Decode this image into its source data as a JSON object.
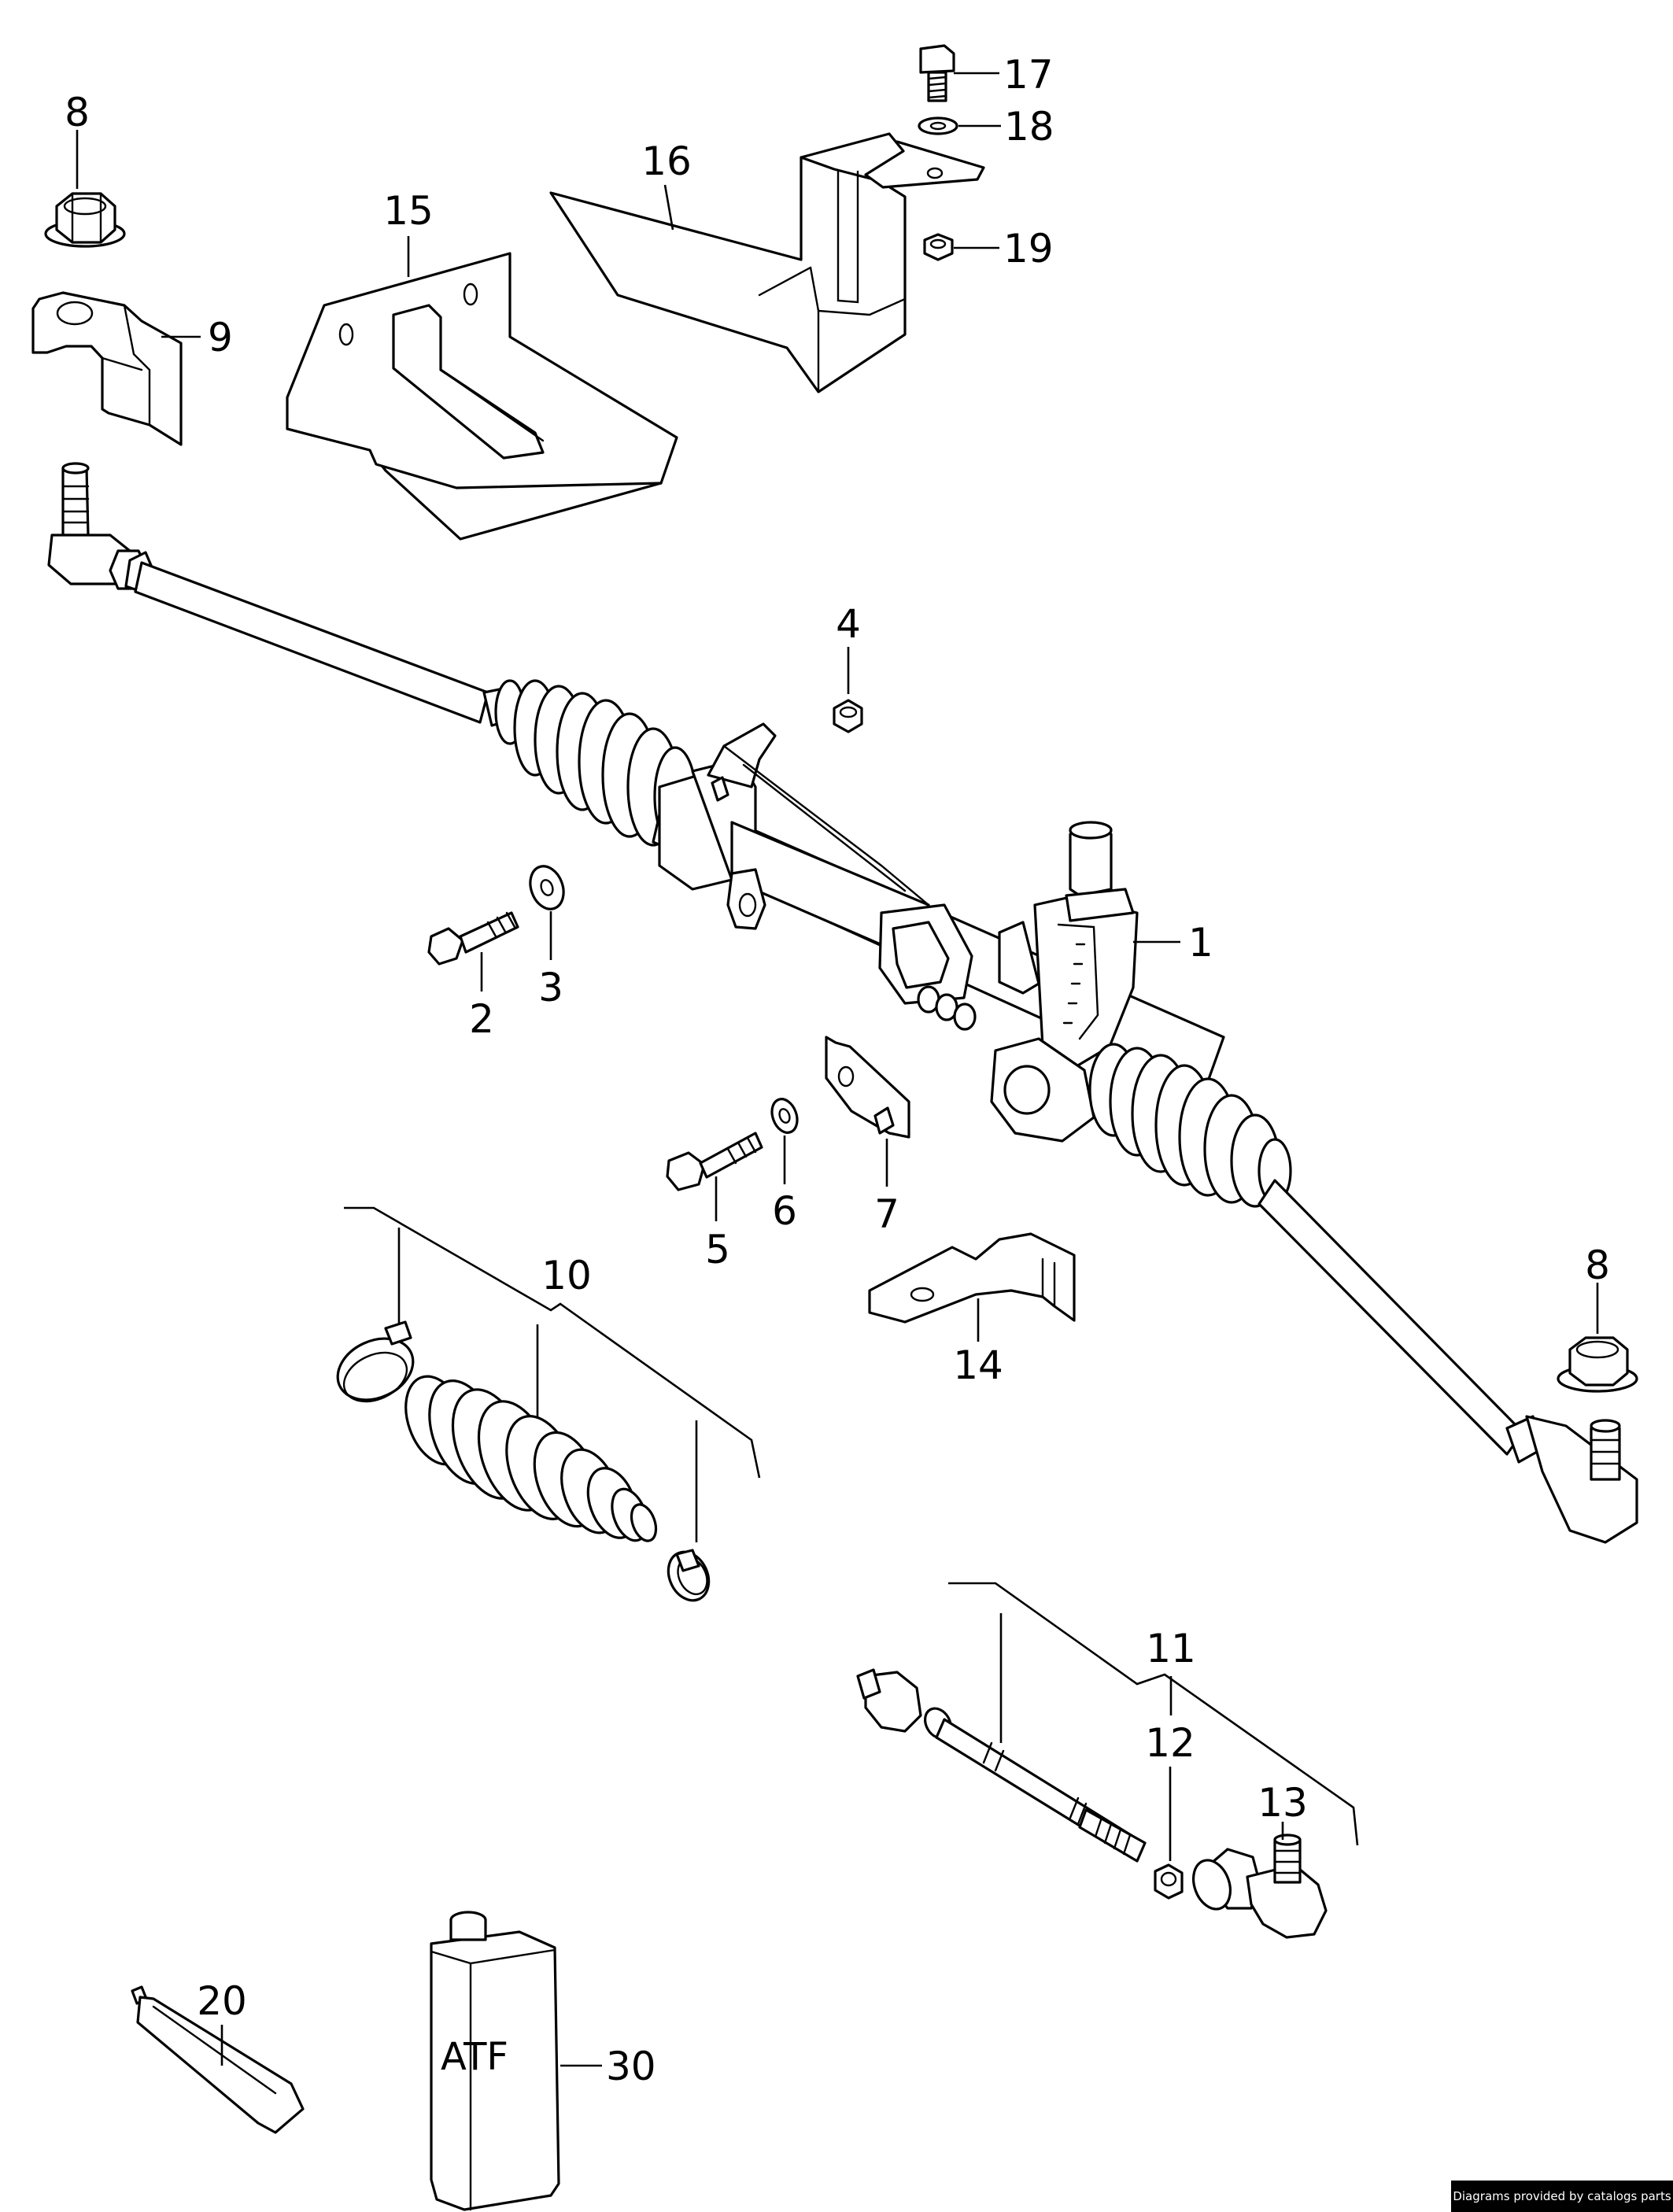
{
  "callouts": {
    "c1": "1",
    "c2": "2",
    "c3": "3",
    "c4": "4",
    "c5": "5",
    "c6": "6",
    "c7": "7",
    "c8a": "8",
    "c8b": "8",
    "c9": "9",
    "c10": "10",
    "c11": "11",
    "c12": "12",
    "c13": "13",
    "c14": "14",
    "c15": "15",
    "c16": "16",
    "c17": "17",
    "c18": "18",
    "c19": "19",
    "c20": "20",
    "c30": "30"
  },
  "container_label": "ATF",
  "credit": "Diagrams provided by catalogs parts",
  "colors": {
    "line": "#000000",
    "background": "#ffffff",
    "credit_background": "#000000",
    "credit_text": "#ffffff"
  }
}
